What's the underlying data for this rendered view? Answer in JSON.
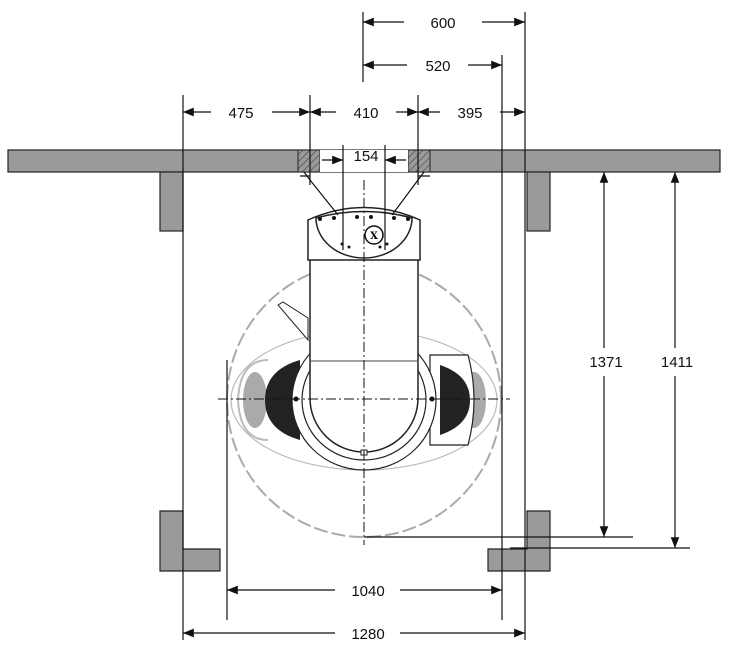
{
  "diagram": {
    "type": "toilet installation plan view",
    "dimensions": {
      "d600": "600",
      "d520": "520",
      "d475": "475",
      "d410": "410",
      "d395": "395",
      "d154": "154",
      "d1371": "1371",
      "d1411": "1411",
      "d1040": "1040",
      "d1280": "1280"
    },
    "colors": {
      "wall": "#9a9a9c",
      "line": "#111111",
      "clearance": "#aaaaaa"
    }
  }
}
